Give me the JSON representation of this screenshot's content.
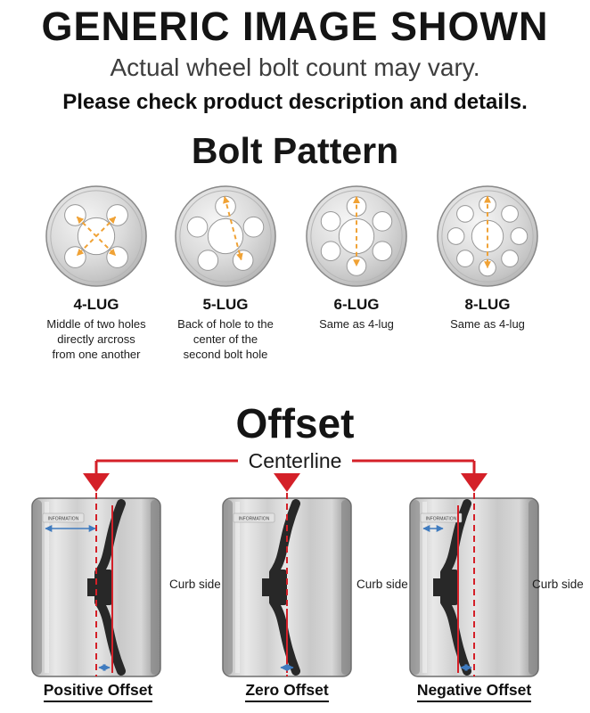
{
  "header": {
    "title": "GENERIC IMAGE SHOWN",
    "subtitle": "Actual wheel bolt count may vary.",
    "note": "Please check product description and details."
  },
  "bolt_pattern": {
    "heading": "Bolt Pattern",
    "items": [
      {
        "label": "4-LUG",
        "description": "Middle of two holes directly arcross from one another"
      },
      {
        "label": "5-LUG",
        "description": "Back of hole to the center of the second bolt hole"
      },
      {
        "label": "6-LUG",
        "description": "Same as 4-lug"
      },
      {
        "label": "8-LUG",
        "description": "Same as 4-lug"
      }
    ]
  },
  "offset": {
    "heading": "Offset",
    "centerline_label": "Centerline",
    "curb_side_label": "Curb side",
    "rim_stamp": "INFORMATION",
    "items": [
      {
        "label": "Positive Offset"
      },
      {
        "label": "Zero Offset"
      },
      {
        "label": "Negative Offset"
      }
    ]
  },
  "colors": {
    "accent_red": "#d42028",
    "dash_orange": "#f0a235",
    "arrow_blue": "#3f7bbf",
    "text_dark": "#1b1b1b"
  }
}
